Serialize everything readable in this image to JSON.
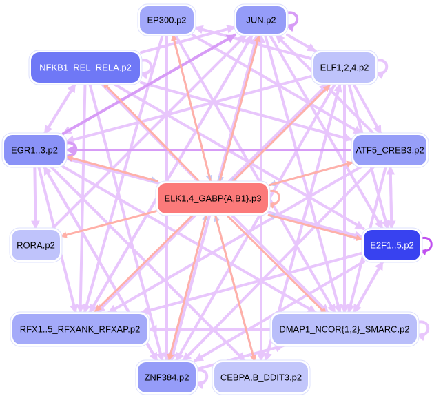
{
  "graph": {
    "title": "Motif regulatory network",
    "colors": {
      "edge_default": "#e8c6fc",
      "edge_strong": "#d79cf6",
      "edge_self_strong": "#c050f0",
      "edge_red": "#ffb0a8",
      "edge_blue": "#c5cbf8",
      "node_border": "#dde0fc"
    },
    "nodes": [
      {
        "id": "EP300",
        "label": "EP300.p2",
        "fill": "#a2a8fa",
        "text": "#000000"
      },
      {
        "id": "JUN",
        "label": "JUN.p2",
        "fill": "#959cf8",
        "text": "#000000"
      },
      {
        "id": "NFKB1",
        "label": "NFKB1_REL_RELA.p2",
        "fill": "#6f78f6",
        "text": "#ffffff"
      },
      {
        "id": "ELF124",
        "label": "ELF1,2,4.p2",
        "fill": "#bfc3fb",
        "text": "#000000"
      },
      {
        "id": "EGR13",
        "label": "EGR1..3.p2",
        "fill": "#8a92f7",
        "text": "#000000"
      },
      {
        "id": "ATF5",
        "label": "ATF5_CREB3.p2",
        "fill": "#969ef8",
        "text": "#000000"
      },
      {
        "id": "ELK14",
        "label": "ELK1,4_GABP{A,B1}.p3",
        "fill": "#fb7a7a",
        "text": "#000000"
      },
      {
        "id": "RORA",
        "label": "RORA.p2",
        "fill": "#bfc3fb",
        "text": "#000000"
      },
      {
        "id": "E2F15",
        "label": "E2F1..5.p2",
        "fill": "#3842f0",
        "text": "#ffffff"
      },
      {
        "id": "RFX",
        "label": "RFX1..5_RFXANK_RFXAP.p2",
        "fill": "#a4aaf9",
        "text": "#000000"
      },
      {
        "id": "DMAP1",
        "label": "DMAP1_NCOR{1,2}_SMARC.p2",
        "fill": "#b9befa",
        "text": "#000000"
      },
      {
        "id": "ZNF384",
        "label": "ZNF384.p2",
        "fill": "#959cf8",
        "text": "#000000"
      },
      {
        "id": "CEBPA",
        "label": "CEBPA,B_DDIT3.p2",
        "fill": "#c2c6fb",
        "text": "#000000"
      }
    ],
    "edges": [
      {
        "from": "JUN",
        "to": "JUN",
        "kind": "strong"
      },
      {
        "from": "E2F15",
        "to": "E2F15",
        "kind": "self_strong"
      },
      {
        "from": "NFKB1",
        "to": "NFKB1",
        "kind": "default"
      },
      {
        "from": "EGR13",
        "to": "EGR13",
        "kind": "strong"
      },
      {
        "from": "ELF124",
        "to": "ELF124",
        "kind": "default"
      },
      {
        "from": "ELK14",
        "to": "ELK14",
        "kind": "red"
      },
      {
        "from": "DMAP1",
        "to": "DMAP1",
        "kind": "default"
      },
      {
        "from": "ZNF384",
        "to": "ZNF384",
        "kind": "default"
      },
      {
        "from": "NFKB1",
        "to": "JUN",
        "kind": "default"
      },
      {
        "from": "EGR13",
        "to": "JUN",
        "kind": "strong"
      },
      {
        "from": "JUN",
        "to": "EGR13",
        "kind": "default"
      },
      {
        "from": "ELF124",
        "to": "EP300",
        "kind": "default"
      },
      {
        "from": "JUN",
        "to": "ELF124",
        "kind": "default"
      },
      {
        "from": "ATF5",
        "to": "EGR13",
        "kind": "strong"
      },
      {
        "from": "ELF124",
        "to": "ATF5",
        "kind": "default"
      },
      {
        "from": "ATF5",
        "to": "E2F15",
        "kind": "default"
      },
      {
        "from": "E2F15",
        "to": "ATF5",
        "kind": "default"
      },
      {
        "from": "NFKB1",
        "to": "EGR13",
        "kind": "default"
      },
      {
        "from": "EGR13",
        "to": "RORA",
        "kind": "default"
      },
      {
        "from": "ELK14",
        "to": "NFKB1",
        "kind": "red"
      },
      {
        "from": "ELK14",
        "to": "EGR13",
        "kind": "red"
      },
      {
        "from": "ELK14",
        "to": "RORA",
        "kind": "red"
      },
      {
        "from": "ELK14",
        "to": "RFX",
        "kind": "red"
      },
      {
        "from": "ELK14",
        "to": "DMAP1",
        "kind": "red"
      },
      {
        "from": "ELK14",
        "to": "ZNF384",
        "kind": "red"
      },
      {
        "from": "ELK14",
        "to": "CEBPA",
        "kind": "red"
      },
      {
        "from": "ELK14",
        "to": "EP300",
        "kind": "red"
      },
      {
        "from": "ELK14",
        "to": "JUN",
        "kind": "red"
      },
      {
        "from": "ELK14",
        "to": "ELF124",
        "kind": "red"
      },
      {
        "from": "ELK14",
        "to": "ATF5",
        "kind": "red"
      },
      {
        "from": "ELK14",
        "to": "E2F15",
        "kind": "red"
      },
      {
        "from": "EP300",
        "to": "ELK14",
        "kind": "blue"
      },
      {
        "from": "JUN",
        "to": "ELK14",
        "kind": "blue"
      },
      {
        "from": "ELF124",
        "to": "ELK14",
        "kind": "blue"
      },
      {
        "from": "ATF5",
        "to": "ELK14",
        "kind": "blue"
      },
      {
        "from": "E2F15",
        "to": "ELK14",
        "kind": "blue"
      },
      {
        "from": "EGR13",
        "to": "ELK14",
        "kind": "blue"
      },
      {
        "from": "ZNF384",
        "to": "ELK14",
        "kind": "blue"
      },
      {
        "from": "CEBPA",
        "to": "ELK14",
        "kind": "blue"
      },
      {
        "from": "EP300",
        "to": "RFX",
        "kind": "default"
      },
      {
        "from": "EP300",
        "to": "ZNF384",
        "kind": "default"
      },
      {
        "from": "EP300",
        "to": "DMAP1",
        "kind": "default"
      },
      {
        "from": "JUN",
        "to": "RFX",
        "kind": "default"
      },
      {
        "from": "JUN",
        "to": "ZNF384",
        "kind": "default"
      },
      {
        "from": "JUN",
        "to": "DMAP1",
        "kind": "default"
      },
      {
        "from": "JUN",
        "to": "CEBPA",
        "kind": "default"
      },
      {
        "from": "JUN",
        "to": "E2F15",
        "kind": "default"
      },
      {
        "from": "NFKB1",
        "to": "RFX",
        "kind": "default"
      },
      {
        "from": "NFKB1",
        "to": "ZNF384",
        "kind": "default"
      },
      {
        "from": "NFKB1",
        "to": "DMAP1",
        "kind": "default"
      },
      {
        "from": "NFKB1",
        "to": "ATF5",
        "kind": "default"
      },
      {
        "from": "ELF124",
        "to": "RFX",
        "kind": "default"
      },
      {
        "from": "ELF124",
        "to": "ZNF384",
        "kind": "default"
      },
      {
        "from": "ELF124",
        "to": "DMAP1",
        "kind": "default"
      },
      {
        "from": "ELF124",
        "to": "CEBPA",
        "kind": "default"
      },
      {
        "from": "ELF124",
        "to": "E2F15",
        "kind": "default"
      },
      {
        "from": "ELF124",
        "to": "EGR13",
        "kind": "default"
      },
      {
        "from": "EGR13",
        "to": "RFX",
        "kind": "default"
      },
      {
        "from": "EGR13",
        "to": "ZNF384",
        "kind": "default"
      },
      {
        "from": "EGR13",
        "to": "DMAP1",
        "kind": "default"
      },
      {
        "from": "EGR13",
        "to": "CEBPA",
        "kind": "default"
      },
      {
        "from": "EGR13",
        "to": "E2F15",
        "kind": "default"
      },
      {
        "from": "EGR13",
        "to": "NFKB1",
        "kind": "default"
      },
      {
        "from": "ATF5",
        "to": "RFX",
        "kind": "default"
      },
      {
        "from": "ATF5",
        "to": "ZNF384",
        "kind": "default"
      },
      {
        "from": "ATF5",
        "to": "DMAP1",
        "kind": "default"
      },
      {
        "from": "ATF5",
        "to": "JUN",
        "kind": "default"
      },
      {
        "from": "E2F15",
        "to": "RFX",
        "kind": "default"
      },
      {
        "from": "E2F15",
        "to": "ZNF384",
        "kind": "default"
      },
      {
        "from": "E2F15",
        "to": "DMAP1",
        "kind": "default"
      },
      {
        "from": "DMAP1",
        "to": "RFX",
        "kind": "default"
      },
      {
        "from": "DMAP1",
        "to": "E2F15",
        "kind": "default"
      },
      {
        "from": "ZNF384",
        "to": "DMAP1",
        "kind": "default"
      },
      {
        "from": "ZNF384",
        "to": "JUN",
        "kind": "default"
      },
      {
        "from": "ZNF384",
        "to": "EGR13",
        "kind": "default"
      },
      {
        "from": "CEBPA",
        "to": "JUN",
        "kind": "default"
      },
      {
        "from": "CEBPA",
        "to": "ELF124",
        "kind": "default"
      },
      {
        "from": "RFX",
        "to": "ELF124",
        "kind": "default"
      },
      {
        "from": "RFX",
        "to": "JUN",
        "kind": "default"
      },
      {
        "from": "RORA",
        "to": "JUN",
        "kind": "default"
      },
      {
        "from": "EP300",
        "to": "ATF5",
        "kind": "default"
      },
      {
        "from": "NFKB1",
        "to": "E2F15",
        "kind": "default"
      }
    ]
  }
}
